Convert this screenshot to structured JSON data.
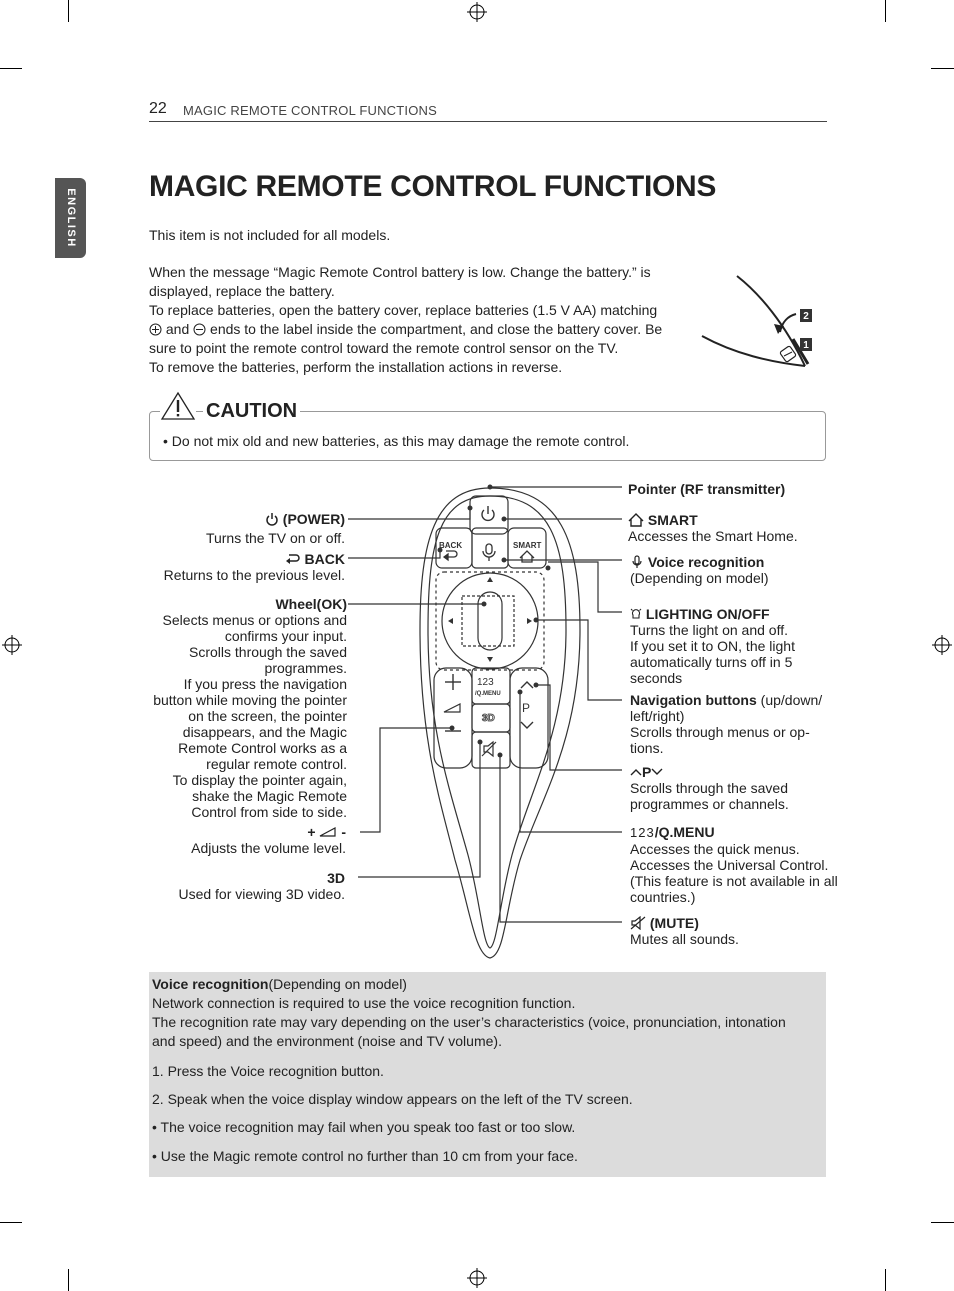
{
  "header": {
    "page_number": "22",
    "section": "MAGIC REMOTE CONTROL FUNCTIONS"
  },
  "side_tab": "ENGLISH",
  "title": "MAGIC REMOTE CONTROL FUNCTIONS",
  "intro": {
    "note": "This item is not included for all models.",
    "line1": "When the message “Magic Remote Control battery is low. Change the battery.” is",
    "line2": "displayed, replace the battery.",
    "line3": "To replace batteries, open the battery cover, replace batteries (1.5 V AA) matching",
    "line4_and": "and",
    "line4_rest": "ends to the label inside the compartment, and close the battery cover. Be",
    "line5": "sure to point the remote control toward the remote control sensor on the TV.",
    "line6": "To remove the batteries, perform the installation actions in reverse."
  },
  "battery_steps": {
    "step1": "1",
    "step2": "2"
  },
  "caution": {
    "title": "CAUTION",
    "text": "•  Do not mix old and new batteries, as this may damage the remote control."
  },
  "remote": {
    "back": "BACK",
    "smart": "SMART",
    "qmenu": "/Q.MENU",
    "nums": "123",
    "threed": "3D",
    "p": "P"
  },
  "left_labels": {
    "power_title": "(POWER)",
    "power_desc": "Turns the TV on or off.",
    "back_title": "BACK",
    "back_desc": "Returns to the previous level.",
    "wheel_title": "Wheel(OK)",
    "wheel_l1": "Selects menus or options and",
    "wheel_l2": "confirms your input.",
    "wheel_l3": "Scrolls through the saved",
    "wheel_l4": "programmes.",
    "wheel_l5": "If you press the navigation",
    "wheel_l6": "button while moving the pointer",
    "wheel_l7": "on the screen, the pointer",
    "wheel_l8": "disappears, and the Magic",
    "wheel_l9": "Remote Control works as a",
    "wheel_l10": "regular remote control.",
    "wheel_l11": "To display the pointer again,",
    "wheel_l12": "shake the Magic Remote",
    "wheel_l13": "Control from side to side.",
    "vol_plus": "+",
    "vol_minus": "-",
    "vol_desc": "Adjusts the volume level.",
    "threed_title": "3D",
    "threed_desc": "Used for viewing 3D video."
  },
  "right_labels": {
    "pointer": "Pointer (RF transmitter)",
    "smart_title": "SMART",
    "smart_desc": "Accesses the Smart Home.",
    "voice_title": "Voice recognition",
    "voice_desc": "(Depending on model)",
    "light_title": "LIGHTING ON/OFF",
    "light_l1": "Turns the light on and off.",
    "light_l2": "If you set it to ON, the light",
    "light_l3": "automatically turns off in 5",
    "light_l4": "seconds",
    "nav_title": "Navigation buttons",
    "nav_l1": "(up/down/",
    "nav_l2": "left/right)",
    "nav_l3": "Scrolls through menus or op-",
    "nav_l4": "tions.",
    "p_title": "P",
    "p_l1": "Scrolls through the saved",
    "p_l2": "programmes or channels.",
    "qmenu_num": "123",
    "qmenu_title": "/Q.MENU",
    "qmenu_l1": "Accesses the quick menus.",
    "qmenu_l2": "Accesses the Universal Control.",
    "qmenu_l3": "(This feature is not available in all",
    "qmenu_l4": "countries.)",
    "mute_title": "(MUTE)",
    "mute_desc": "Mutes all sounds."
  },
  "voice_box": {
    "title": "Voice recognition",
    "title_suffix": "(Depending on model)",
    "l1": "Network connection is required to use the voice recognition function.",
    "l2": "The recognition rate may vary depending on the user’s characteristics (voice, pronunciation, intonation",
    "l3": "and speed) and the environment (noise and TV volume).",
    "step1": "1. Press the Voice recognition button.",
    "step2": "2. Speak when the voice display window appears on the left of the TV screen.",
    "note1": "• The voice recognition may fail when you speak too fast or too slow.",
    "note2": "• Use the Magic remote control no further than 10 cm from your face."
  }
}
